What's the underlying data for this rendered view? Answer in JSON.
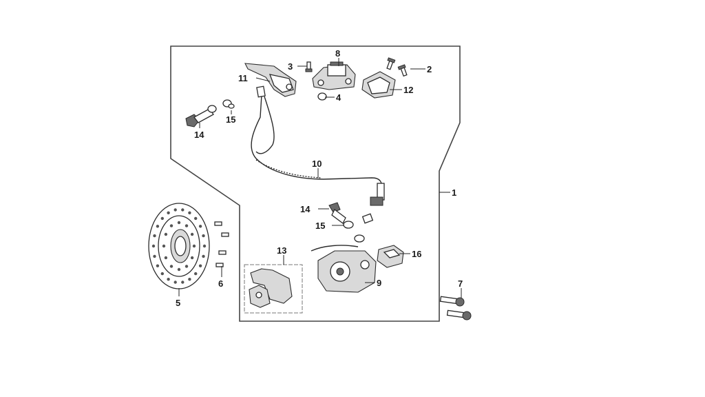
{
  "diagram": {
    "callouts": [
      "1",
      "2",
      "3",
      "4",
      "5",
      "6",
      "7",
      "8",
      "9",
      "10",
      "11",
      "12",
      "13",
      "14",
      "15",
      "14",
      "15",
      "16"
    ],
    "colors": {
      "line": "#2a2a2a",
      "fill": "#ffffff",
      "shade": "#d9d9d9"
    }
  }
}
